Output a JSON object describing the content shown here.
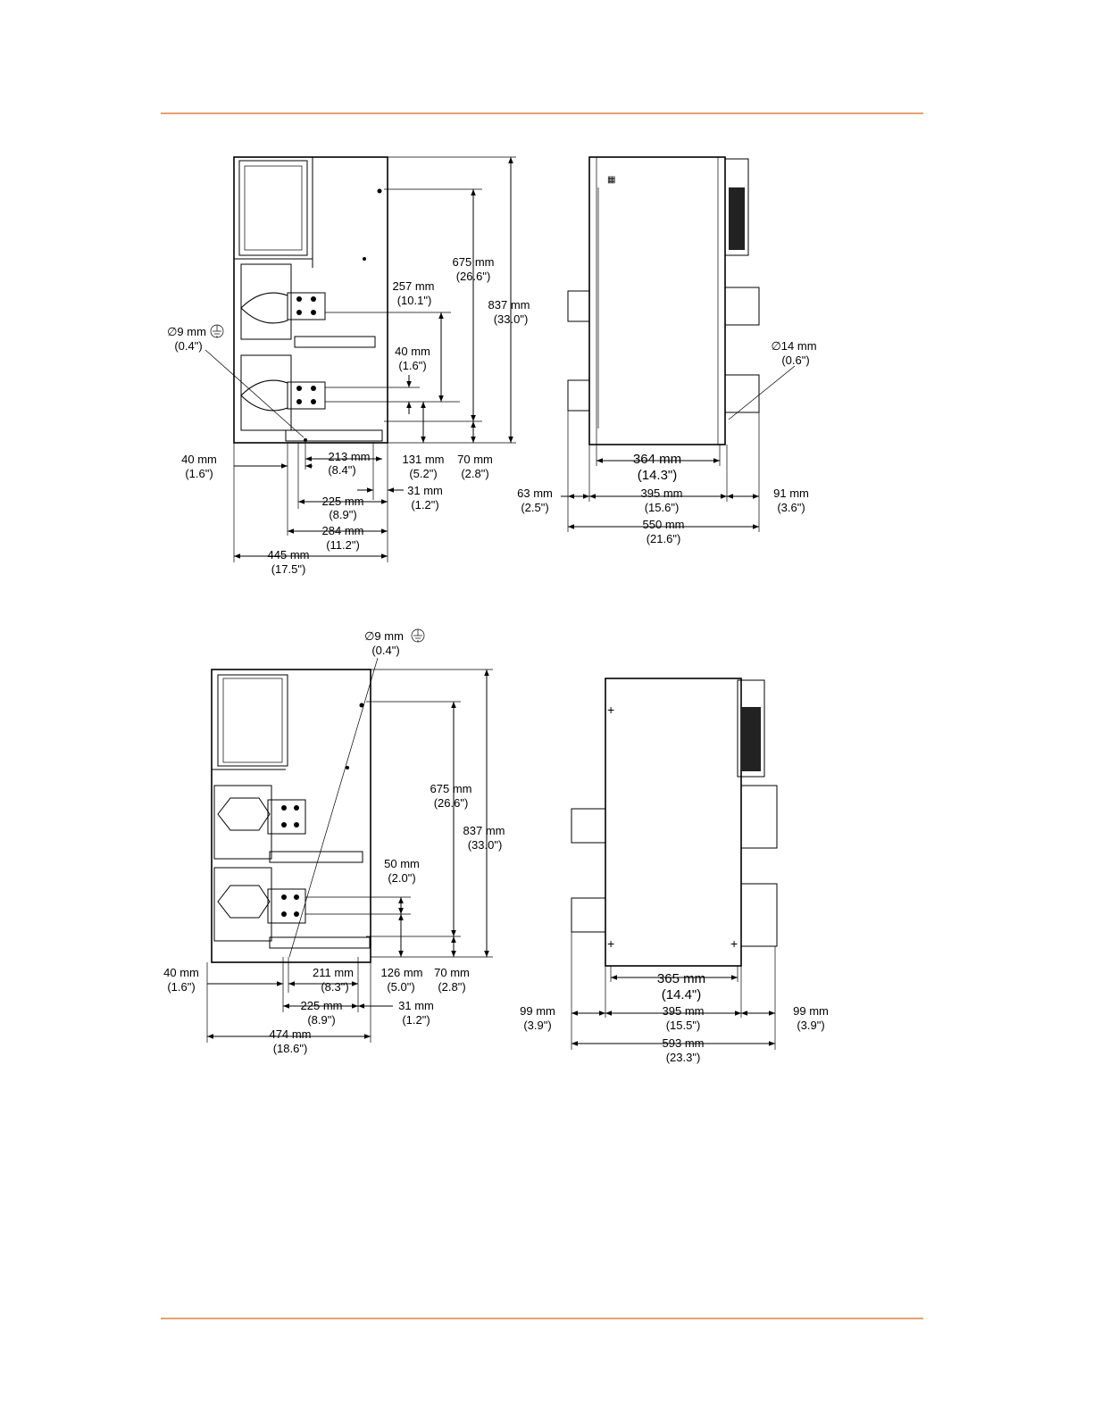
{
  "page": {
    "rule_color": "#e8a070"
  },
  "figures": {
    "top_side": {
      "ground_hole": [
        "∅9 mm",
        "(0.4\")"
      ],
      "d675": [
        "675 mm",
        "(26.6\")"
      ],
      "d837": [
        "837 mm",
        "(33.0\")"
      ],
      "d257": [
        "257 mm",
        "(10.1\")"
      ],
      "d40v": [
        "40 mm",
        "(1.6\")"
      ],
      "d40h": [
        "40 mm",
        "(1.6\")"
      ],
      "d213": [
        "213 mm",
        "(8.4\")"
      ],
      "d131": [
        "131 mm",
        "(5.2\")"
      ],
      "d70": [
        "70 mm",
        "(2.8\")"
      ],
      "d31": [
        "31 mm",
        "(1.2\")"
      ],
      "d225": [
        "225 mm",
        "(8.9\")"
      ],
      "d284": [
        "284 mm",
        "(11.2\")"
      ],
      "d445": [
        "445 mm",
        "(17.5\")"
      ]
    },
    "top_front": {
      "hole": [
        "∅14 mm",
        "(0.6\")"
      ],
      "d364": [
        "364 mm",
        "(14.3\")"
      ],
      "d63": [
        "63 mm",
        "(2.5\")"
      ],
      "d395": [
        "395 mm",
        "(15.6\")"
      ],
      "d91": [
        "91 mm",
        "(3.6\")"
      ],
      "d550": [
        "550 mm",
        "(21.6\")"
      ]
    },
    "bottom_side": {
      "ground_hole": [
        "∅9 mm",
        "(0.4\")"
      ],
      "d675": [
        "675 mm",
        "(26.6\")"
      ],
      "d837": [
        "837 mm",
        "(33.0\")"
      ],
      "d50": [
        "50 mm",
        "(2.0\")"
      ],
      "d40": [
        "40 mm",
        "(1.6\")"
      ],
      "d211": [
        "211 mm",
        "(8.3\")"
      ],
      "d126": [
        "126 mm",
        "(5.0\")"
      ],
      "d70": [
        "70 mm",
        "(2.8\")"
      ],
      "d225": [
        "225 mm",
        "(8.9\")"
      ],
      "d31": [
        "31 mm",
        "(1.2\")"
      ],
      "d474": [
        "474 mm",
        "(18.6\")"
      ]
    },
    "bottom_front": {
      "d365": [
        "365 mm",
        "(14.4\")"
      ],
      "d99l": [
        "99 mm",
        "(3.9\")"
      ],
      "d395": [
        "395 mm",
        "(15.5\")"
      ],
      "d99r": [
        "99 mm",
        "(3.9\")"
      ],
      "d593": [
        "593 mm",
        "(23.3\")"
      ]
    }
  }
}
